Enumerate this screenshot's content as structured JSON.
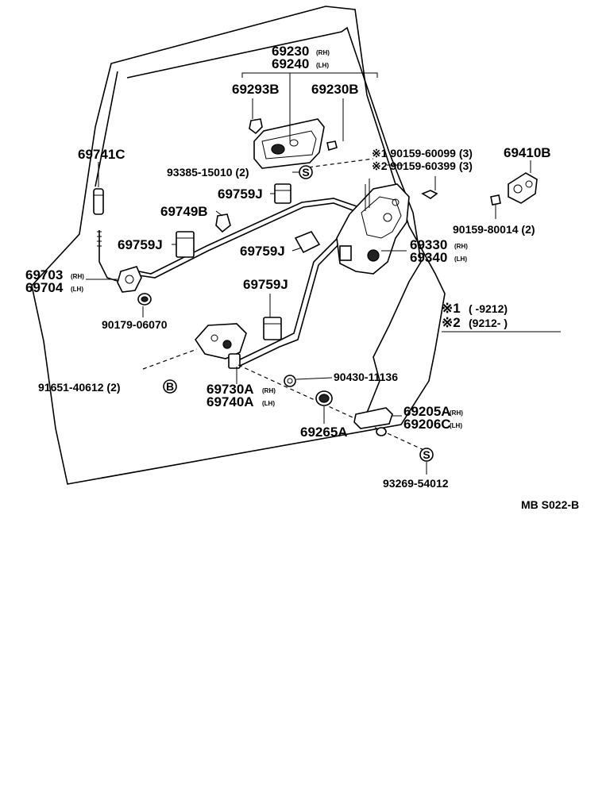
{
  "labels": {
    "p69230": "69230",
    "p69230_side": "(RH)",
    "p69240": "69240",
    "p69240_side": "(LH)",
    "p69293B": "69293B",
    "p69230B": "69230B",
    "p69741C": "69741C",
    "p93385": "93385-15010 (2)",
    "p90159a": "※1 90159-60099 (3)",
    "p90159b": "※2 90159-60399 (3)",
    "p69410B": "69410B",
    "p69759J_1": "69759J",
    "p69749B": "69749B",
    "p69759J_2": "69759J",
    "p69759J_3": "69759J",
    "p69759J_4": "69759J",
    "p90159c": "90159-80014 (2)",
    "p69330": "69330",
    "p69330_side": "(RH)",
    "p69340": "69340",
    "p69340_side": "(LH)",
    "p69703": "69703",
    "p69703_side": "(RH)",
    "p69704": "69704",
    "p69704_side": "(LH)",
    "p90179": "90179-06070",
    "p91651": "91651-40612 (2)",
    "p69730A": "69730A",
    "p69730A_side": "(RH)",
    "p69740A": "69740A",
    "p69740A_side": "(LH)",
    "p90430": "90430-11136",
    "p69265A": "69265A",
    "p69205A": "69205A",
    "p69205A_side": "(RH)",
    "p69206C": "69206C",
    "p69206C_side": "(LH)",
    "p93269": "93269-54012",
    "code": "MB S022-B"
  },
  "legend": {
    "row1_mark": "※1",
    "row1_text": "(       -9212)",
    "row2_mark": "※2",
    "row2_text": "(9212-        )"
  },
  "symbols": {
    "s_mark": "S",
    "b_mark": "B"
  }
}
